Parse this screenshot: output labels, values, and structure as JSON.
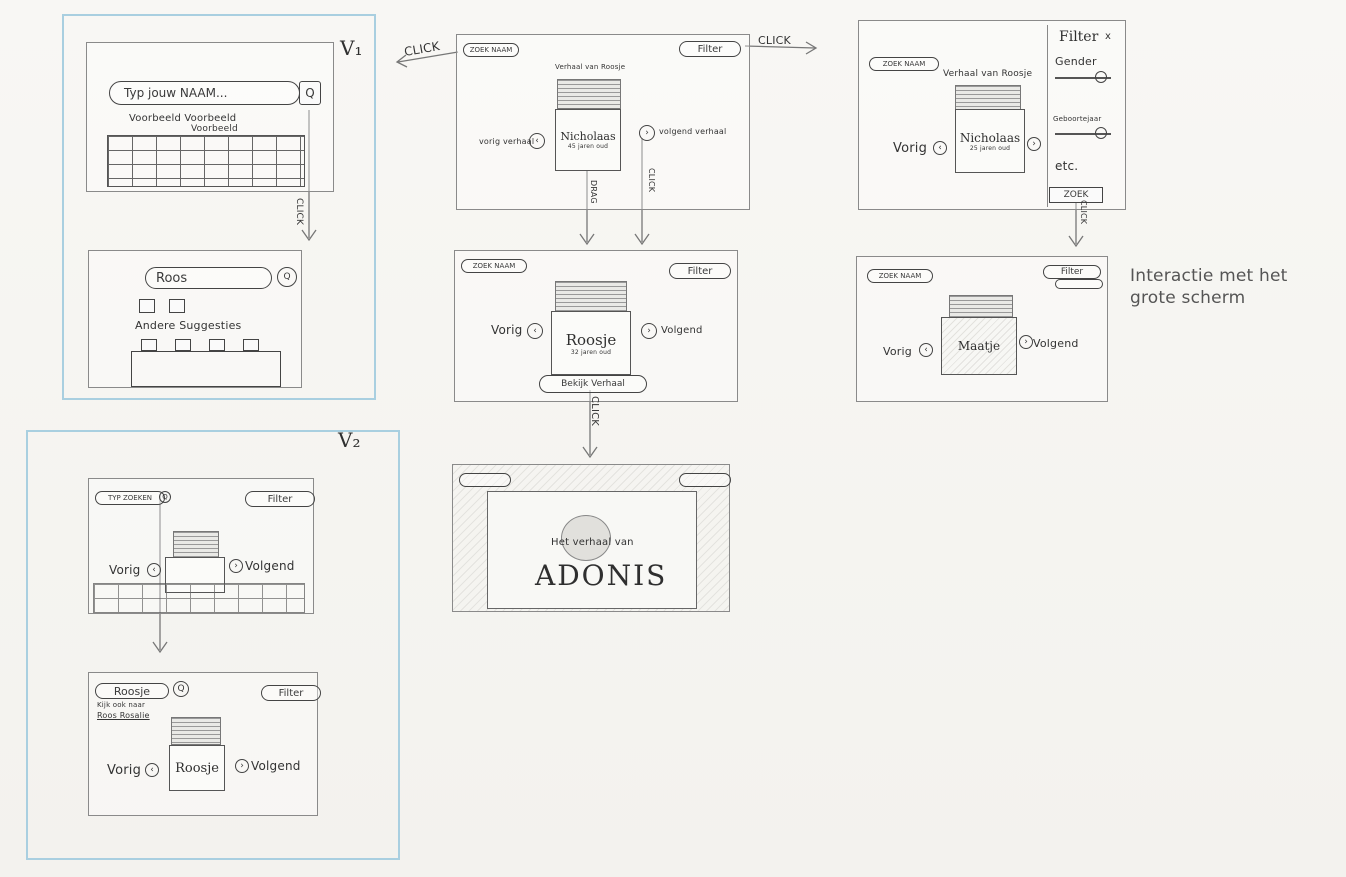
{
  "v1": {
    "label": "V₁",
    "search_placeholder": "Typ jouw NAAM...",
    "examples": "Voorbeeld Voorbeeld",
    "example2": "Voorbeeld",
    "click": "CLICK",
    "search_value": "Roos",
    "suggestions": "Andere Suggesties"
  },
  "main": {
    "click_left": "CLICK",
    "search_pill": "ZOEK NAAM",
    "filter_pill": "Filter",
    "click_right": "CLICK",
    "story_of": "Verhaal van Roosje",
    "prev": "vorig verhaal",
    "next": "volgend verhaal",
    "card_name": "Nicholaas",
    "card_age": "45 jaren oud",
    "drag": "DRAG",
    "click_small": "CLICK"
  },
  "second": {
    "search_pill": "ZOEK NAAM",
    "filter_pill": "Filter",
    "prev": "Vorig",
    "next": "Volgend",
    "card_name": "Roosje",
    "card_age": "32 jaren oud",
    "button": "Bekijk Verhaal",
    "click": "CLICK"
  },
  "story": {
    "title": "Het verhaal van",
    "name": "ADONIS"
  },
  "filter_screen": {
    "search_pill": "ZOEK NAAM",
    "story_of": "Verhaal van Roosje",
    "filter_title": "Filter",
    "close": "x",
    "gender": "Gender",
    "birthyear": "Geboortejaar",
    "etc": "etc.",
    "zoek": "ZOEK",
    "prev": "Vorig",
    "card_name": "Nicholaas",
    "card_age": "25 jaren oud",
    "click": "CLICK"
  },
  "filter_result": {
    "search_pill": "ZOEK NAAM",
    "filter_pill": "Filter",
    "prev": "Vorig",
    "next": "Volgend",
    "card_name": "Maatje"
  },
  "note": {
    "line1": "Interactie met het",
    "line2": "grote scherm"
  },
  "v2": {
    "label": "V₂",
    "search_pill": "TYP ZOEKEN",
    "filter_pill": "Filter",
    "prev": "Vorig",
    "next": "Volgend",
    "search_value": "Roosje",
    "hint": "Kijk ook naar",
    "hint_links": "Roos Rosalie",
    "filter2": "Filter",
    "prev2": "Vorig",
    "card_name": "Roosje",
    "next2": "Volgend"
  }
}
